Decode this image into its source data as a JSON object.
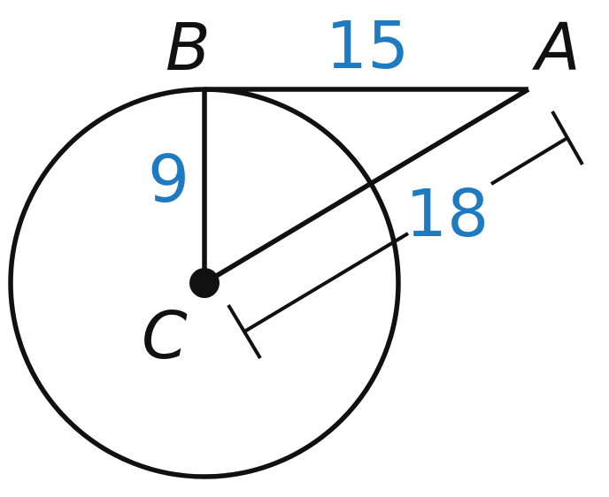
{
  "colors": {
    "line": "#111111",
    "vertex_label": "#111111",
    "measure_label": "#1f7bc1",
    "background": "#ffffff"
  },
  "points": {
    "A": "A",
    "B": "B",
    "C": "C"
  },
  "measurements": {
    "BA": "15",
    "BC": "9",
    "CA": "18"
  }
}
